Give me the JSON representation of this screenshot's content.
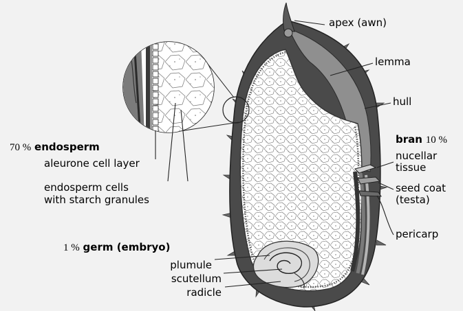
{
  "labels": {
    "apex": "apex (awn)",
    "lemma": "lemma",
    "hull": "hull",
    "bran": {
      "name": "bran",
      "percent": "10 %"
    },
    "nucellar_tissue": [
      "nucellar",
      "tissue"
    ],
    "seed_coat": [
      "seed coat",
      "(testa)"
    ],
    "pericarp": "pericarp",
    "endosperm": {
      "percent": "70 %",
      "name": "endosperm"
    },
    "aleurone": "aleurone cell layer",
    "endosperm_cells": [
      "endosperm cells",
      "with starch granules"
    ],
    "germ": {
      "percent": "1 %",
      "name": "germ (embryo)"
    },
    "plumule": "plumule",
    "scutellum": "scutellum",
    "radicle": "radicle"
  },
  "colors": {
    "background": "#f2f2f2",
    "hull_dark": "#3c3c3c",
    "hull_mid": "#8a8a8a",
    "endosperm_fill": "#ffffff",
    "germ_fill": "#d9d9d9"
  }
}
